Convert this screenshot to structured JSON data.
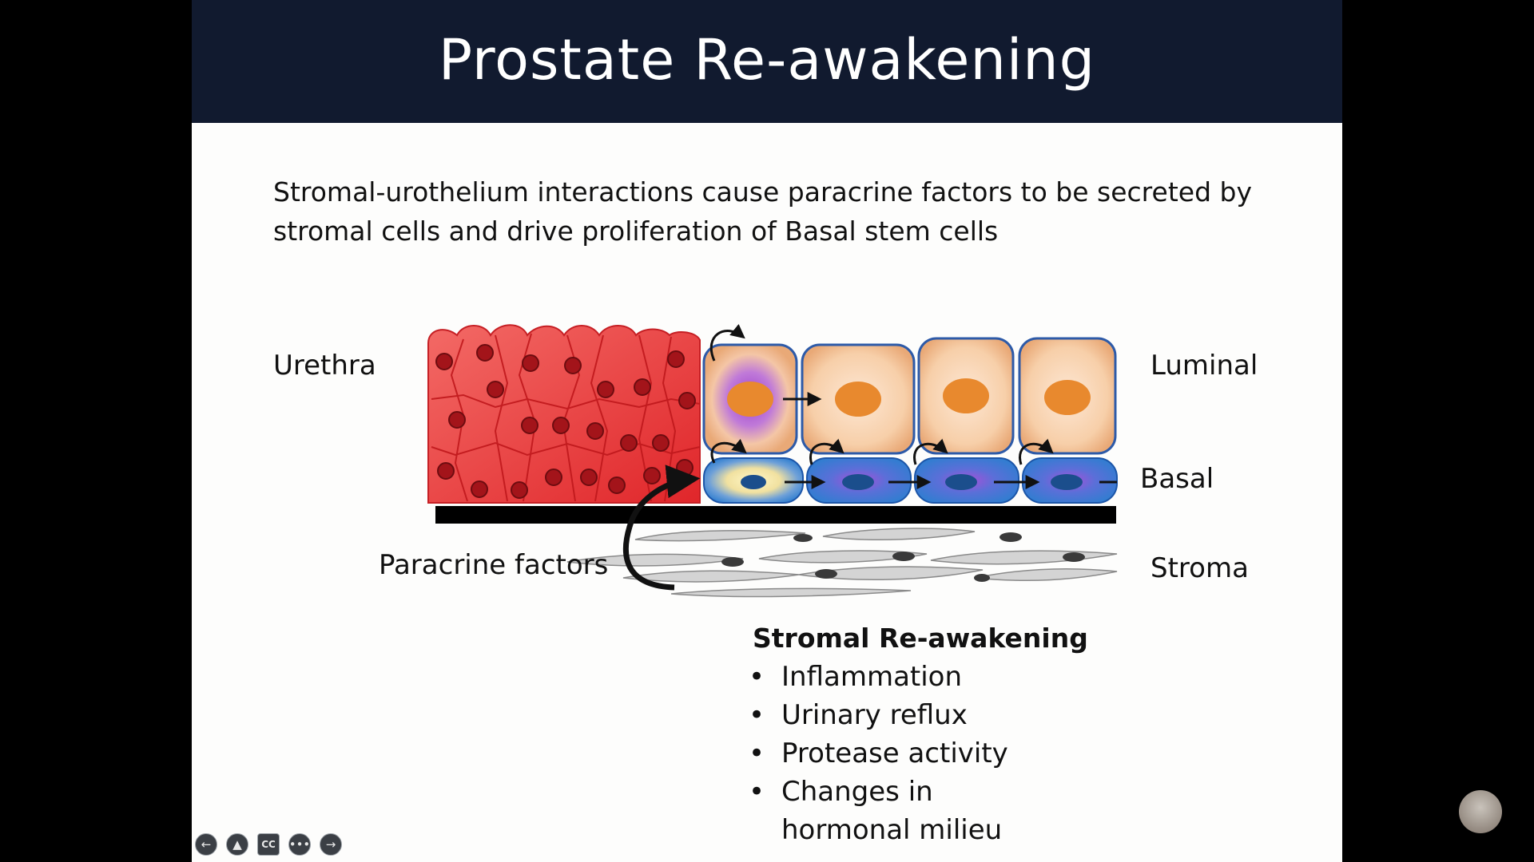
{
  "slide": {
    "title": "Prostate Re-awakening",
    "intro_text": "Stromal-urothelium interactions cause paracrine factors to be secreted by stromal cells and drive proliferation of Basal stem cells"
  },
  "diagram": {
    "labels": {
      "urethra": "Urethra",
      "luminal": "Luminal",
      "basal": "Basal",
      "stroma": "Stroma",
      "paracrine": "Paracrine factors"
    },
    "colors": {
      "urethra_cells": "#e8383b",
      "luminal_cells": "#f8cfa8",
      "luminal_nucleus": "#e8892e",
      "basal_cells": "#3b7fd1",
      "basal_highlight": "#9b59d6",
      "stroma_cells": "#c9c9c9",
      "membrane": "#000000"
    }
  },
  "stromal_list": {
    "heading": "Stromal Re-awakening",
    "items": [
      "Inflammation",
      "Urinary reflux",
      "Protease activity",
      "Changes in hormonal milieu"
    ]
  },
  "controls": [
    {
      "name": "previous-slide-button",
      "glyph": "←"
    },
    {
      "name": "pointer-tool-button",
      "glyph": "▲"
    },
    {
      "name": "captions-button",
      "glyph": "CC"
    },
    {
      "name": "more-options-button",
      "glyph": "•••"
    },
    {
      "name": "next-slide-button",
      "glyph": "→"
    }
  ]
}
